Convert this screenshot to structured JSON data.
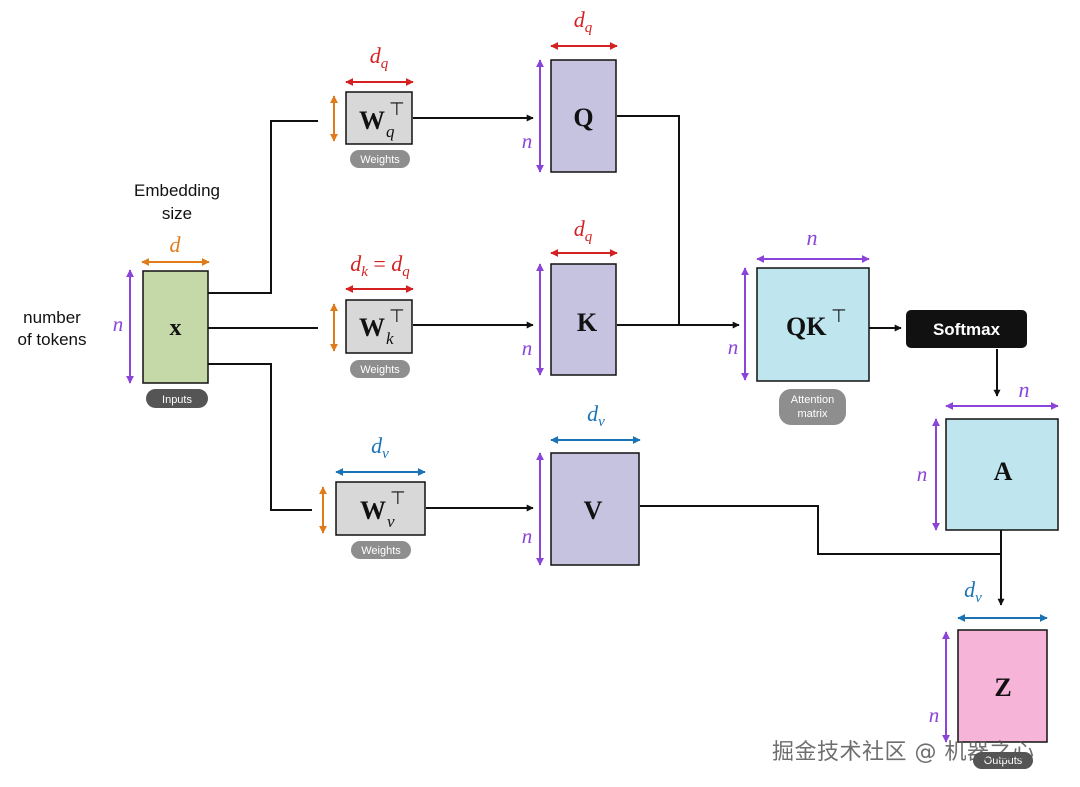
{
  "colors": {
    "dim_orange": "#e07b1a",
    "dim_purple": "#8a44d9",
    "dim_red": "#d42020",
    "dim_blue": "#1a72b5",
    "input_fill": "#c5d9a8",
    "weight_fill": "#d8d8d8",
    "qkv_fill": "#c5c3e0",
    "attn_fill": "#bfe6ef",
    "output_fill": "#f6b5d8",
    "softmax_fill": "#111111",
    "tag_fill": "#8e8e8e",
    "tag_dark_fill": "#555555"
  },
  "labels": {
    "embedding_line1": "Embedding",
    "embedding_line2": "size",
    "tokens_line1": "number",
    "tokens_line2": "of tokens"
  },
  "dims": {
    "d": "d",
    "n": "n",
    "dq_base": "d",
    "dq_sub": "q",
    "dk_base": "d",
    "dk_sub": "k",
    "eq": " = ",
    "dv_base": "d",
    "dv_sub": "v"
  },
  "boxes": {
    "x": "x",
    "w_base": "W",
    "w_sup": "⊤",
    "wq_sub": "q",
    "wk_sub": "k",
    "wv_sub": "v",
    "q": "Q",
    "k": "K",
    "v": "V",
    "qk_base": "QK",
    "qk_sup": "⊤",
    "a": "A",
    "z": "Z",
    "softmax": "Softmax"
  },
  "tags": {
    "inputs": "Inputs",
    "weights": "Weights",
    "attention_line1": "Attention",
    "attention_line2": "matrix",
    "outputs": "Outputs"
  },
  "watermark": "掘金技术社区 @ 机器之心"
}
